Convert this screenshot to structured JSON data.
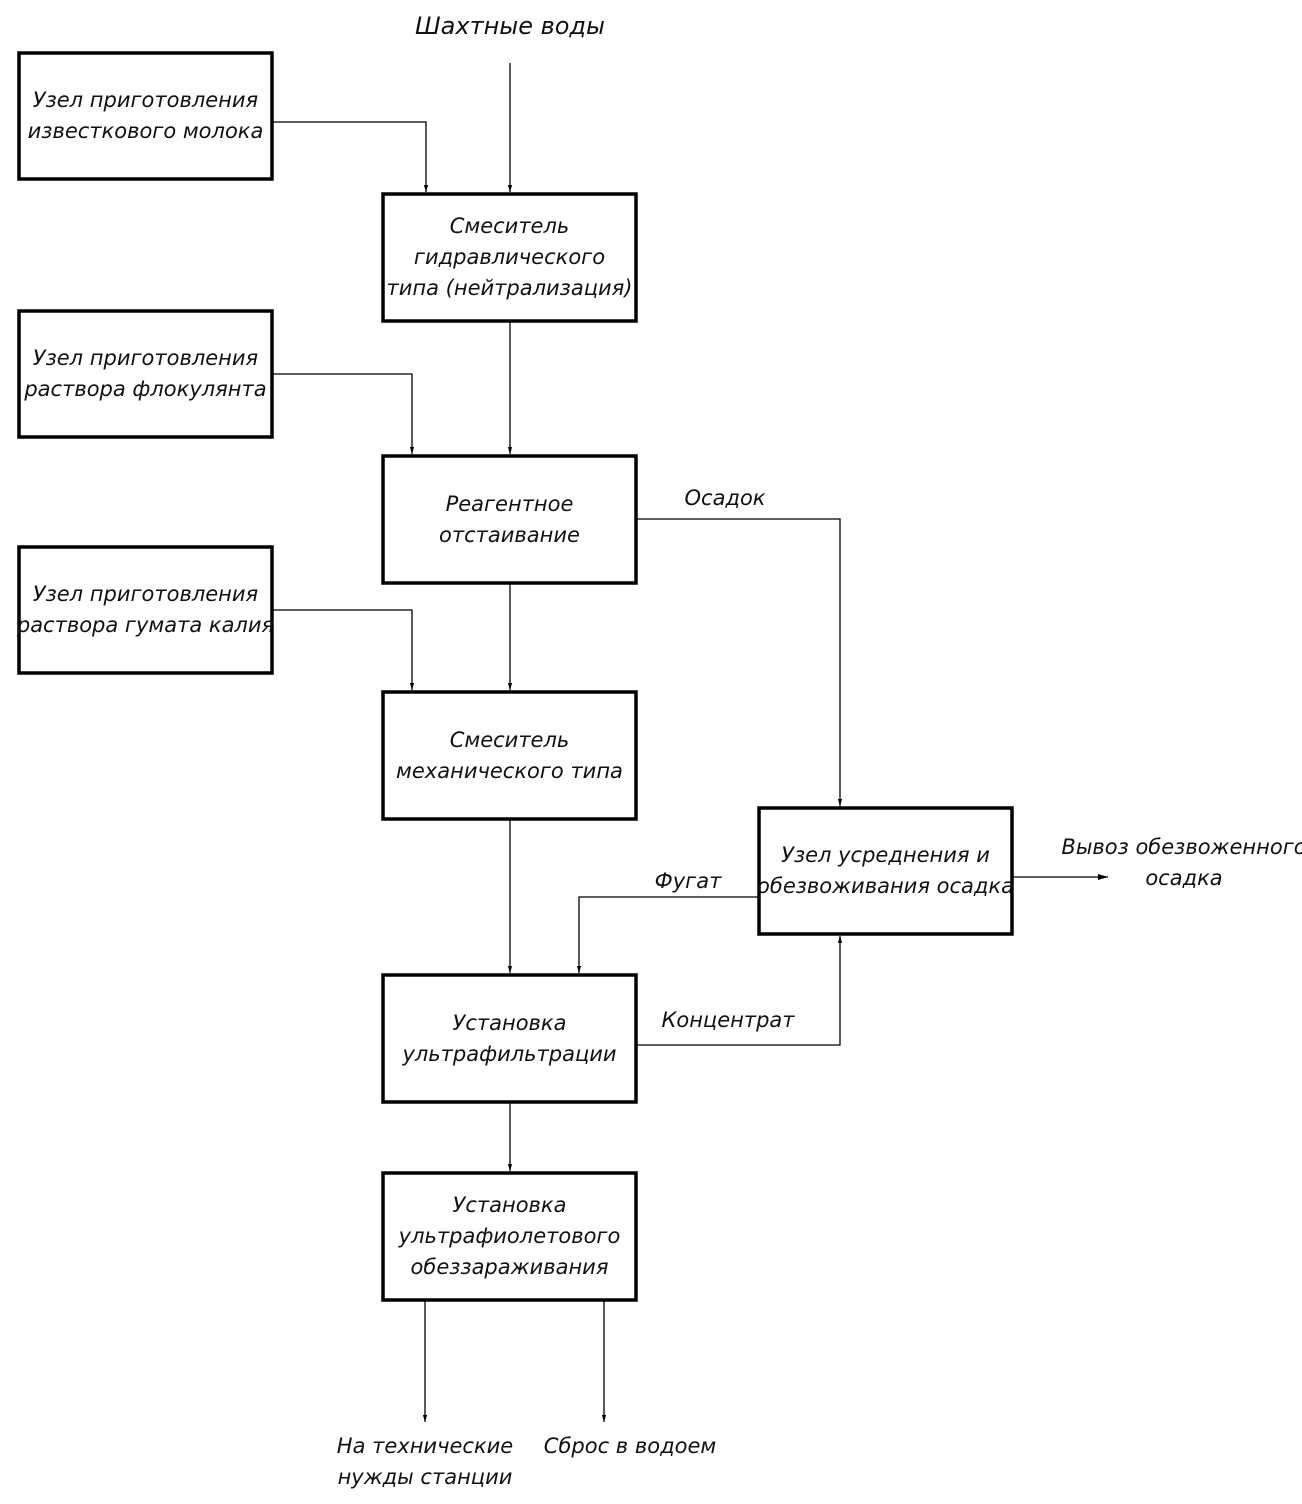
{
  "inputs": {
    "mine_water": "Шахтные воды"
  },
  "boxes": {
    "lime_milk": [
      "Узел приготовления",
      "известкового молока"
    ],
    "hydraulic_mixer": [
      "Смеситель",
      "гидравлического",
      "типа (нейтрализация)"
    ],
    "flocculant": [
      "Узел приготовления",
      "раствора флокулянта"
    ],
    "reagent_settling": [
      "Реагентное",
      "отстаивание"
    ],
    "humate": [
      "Узел приготовления",
      "раствора гумата калия"
    ],
    "mechanical_mixer": [
      "Смеситель",
      "механического типа"
    ],
    "sludge_node": [
      "Узел усреднения и",
      "обезвоживания осадка"
    ],
    "ultrafiltration": [
      "Установка",
      "ультрафильтрации"
    ],
    "uv": [
      "Установка",
      "ультрафиолетового",
      "обеззараживания"
    ]
  },
  "flows": {
    "sediment": "Осадок",
    "fugate": "Фугат",
    "concentrate": "Концентрат"
  },
  "outputs": {
    "dewatered_sludge": [
      "Вывоз обезвоженного",
      "осадка"
    ],
    "technical_needs": [
      "На технические",
      "нужды станции"
    ],
    "discharge": "Сброс в водоем"
  }
}
